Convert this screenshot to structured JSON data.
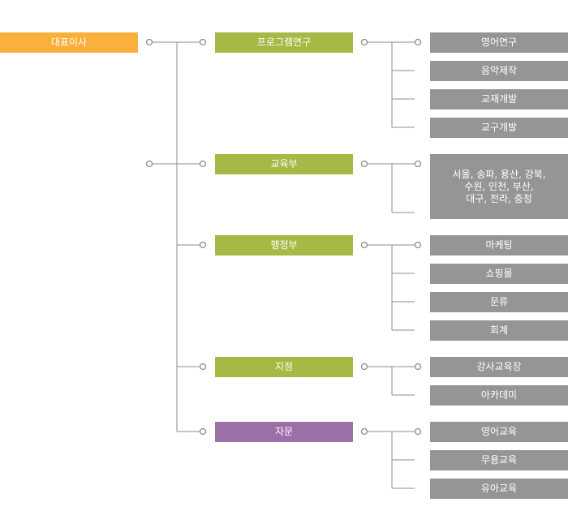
{
  "colors": {
    "root": "#fbb03b",
    "department": "#a6b944",
    "department_alt": "#9d6fa8",
    "leaf": "#959595",
    "line": "#8c8c8c"
  },
  "org": {
    "root": "대표이사",
    "departments": [
      {
        "label": "프로그램연구",
        "color": "department",
        "children": [
          "영어연구",
          "음악제작",
          "교재개발",
          "교구개발"
        ]
      },
      {
        "label": "교육부",
        "color": "department",
        "children": [
          "서울, 송파, 용산, 강북,\n수원, 인천, 부산,\n대구, 전라, 충청"
        ]
      },
      {
        "label": "행정부",
        "color": "department",
        "children": [
          "마케팅",
          "쇼핑몰",
          "문류",
          "회계"
        ]
      },
      {
        "label": "지점",
        "color": "department",
        "children": [
          "강사교육장",
          "아카데미"
        ]
      },
      {
        "label": "자문",
        "color": "department_alt",
        "children": [
          "영어교육",
          "무용교육",
          "유아교육"
        ]
      }
    ]
  }
}
